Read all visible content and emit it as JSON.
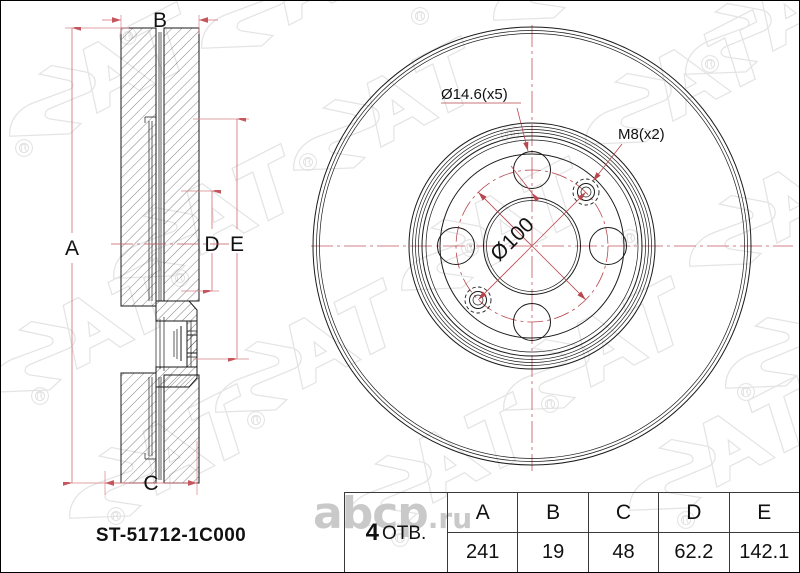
{
  "document": {
    "part_number": "ST-51712-1C000",
    "watermark_brand": "SAT",
    "watermark_site": "abcp",
    "watermark_site_tld": ".ru"
  },
  "section_view": {
    "dimension_labels": {
      "A": "A",
      "B": "B",
      "C": "C",
      "D": "D",
      "E": "E"
    }
  },
  "face_view": {
    "callouts": {
      "bolt_holes": "Ø14.6(x5)",
      "threaded_holes": "M8(x2)",
      "bolt_circle": "Ø100"
    }
  },
  "spec_table": {
    "holes_label_number": "4",
    "holes_label_text": "ОТВ.",
    "headers": [
      "A",
      "B",
      "C",
      "D",
      "E"
    ],
    "values": [
      "241",
      "19",
      "48",
      "62.2",
      "142.1"
    ]
  },
  "colors": {
    "object_line": "#1a1a1a",
    "dimension_line": "#c4565e",
    "watermark": "#e3e3e3",
    "background": "#ffffff"
  }
}
